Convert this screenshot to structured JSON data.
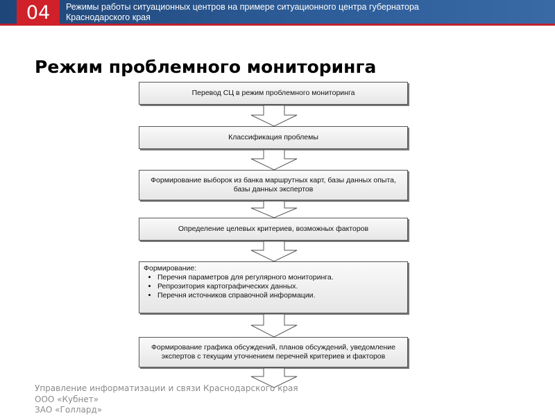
{
  "header": {
    "slide_number": "04",
    "title_line1": "Режимы работы ситуационных центров на примере ситуационного центра губернатора",
    "title_line2": "Краснодарского края"
  },
  "title": "Режим проблемного мониторинга",
  "footer": [
    "Управление информатизации и связи Краснодарского края",
    "ООО «Кубнет»",
    "ЗАО «Голлард»"
  ],
  "flow": {
    "step1": "Перевод СЦ в режим проблемного мониторинга",
    "step2": "Классификация проблемы",
    "step3": "Формирование выборок из банка маршрутных карт, базы данных опыта, базы данных экспертов",
    "step4": "Определение целевых критериев, возможных факторов",
    "step5": {
      "heading": "Формирование:",
      "items": [
        "Перечня параметров для регулярного мониторинга.",
        "Репрозитория картографических данных.",
        "Перечня источников справочной информации."
      ]
    },
    "step6": "Формирование графика обсуждений, планов обсуждений, уведомление экспертов с текущим уточнением перечней критериев и факторов"
  },
  "colors": {
    "header": "#2e5e9a",
    "accent": "#d0202a"
  }
}
